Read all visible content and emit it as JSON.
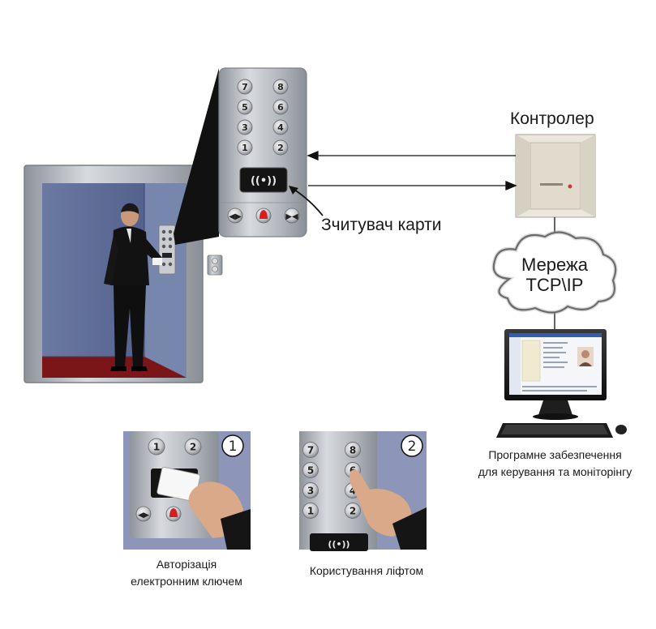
{
  "labels": {
    "controller": "Контролер",
    "card_reader": "Зчитувач карти",
    "network_line1": "Мережа",
    "network_line2": "TCP\\IP",
    "software_line1": "Програмне забезпечення",
    "software_line2": "для керування та моніторінгу",
    "step1_line1": "Авторізація",
    "step1_line2": "електронним ключем",
    "step2": "Користування ліфтом"
  },
  "steps": [
    "1",
    "2"
  ],
  "panel_keys": [
    "7",
    "8",
    "5",
    "6",
    "3",
    "4",
    "1",
    "2"
  ],
  "step1_keys": [
    "1",
    "2"
  ],
  "step2_keys": [
    "7",
    "8",
    "5",
    "6",
    "3",
    "4",
    "1",
    "2"
  ],
  "colors": {
    "metal": "#b8bcc2",
    "elevator_wall": "#5f6f9a",
    "elevator_floor": "#7a1518",
    "network_cloud": "#ffffff",
    "controller_box": "#ece7dc",
    "alarm_button": "#d62020",
    "screen_blue": "#2e5fb0"
  }
}
